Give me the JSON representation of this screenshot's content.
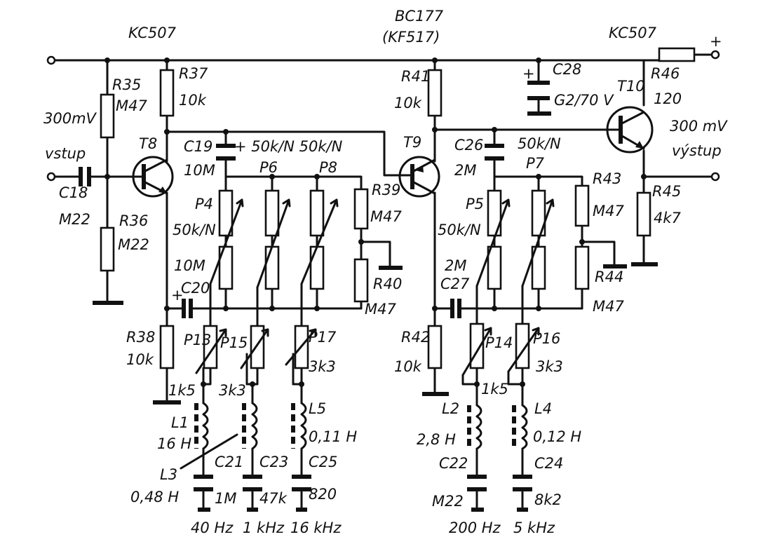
{
  "transistors": {
    "t8_label": "T8",
    "t8_type": "KC507",
    "t9_label": "T9",
    "t9_type": "BC177",
    "t9_alt": "(KF517)",
    "t10_label": "T10",
    "t10_type": "KC507"
  },
  "signals": {
    "input_level": "300mV",
    "input_label": "vstup",
    "output_level": "300 mV",
    "output_label": "výstup",
    "supply_sign": "+"
  },
  "resistors": {
    "r35": "R35",
    "r35_val": "M47",
    "r36": "R36",
    "r36_val": "M22",
    "r37": "R37",
    "r37_val": "10k",
    "r38": "R38",
    "r38_val": "10k",
    "r39": "R39",
    "r39_val": "M47",
    "r40": "R40",
    "r40_val": "M47",
    "r41": "R41",
    "r41_val": "10k",
    "r42": "R42",
    "r42_val": "10k",
    "r43": "R43",
    "r43_val": "M47",
    "r44": "R44",
    "r44_val": "M47",
    "r45": "R45",
    "r45_val": "4k7",
    "r46": "R46",
    "r46_val": "120"
  },
  "capacitors": {
    "c18": "C18",
    "c18_val": "M22",
    "c19": "C19",
    "c19_val": "10M",
    "c20": "C20",
    "c20_val": "10M",
    "c21": "C21",
    "c21_val": "1M",
    "c22": "C22",
    "c22_val": "M22",
    "c23": "C23",
    "c23_val": "47k",
    "c24": "C24",
    "c24_val": "8k2",
    "c25": "C25",
    "c25_val": "820",
    "c26": "C26",
    "c26_val": "2M",
    "c27": "C27",
    "c27_val": "2M",
    "c28": "C28",
    "c28_val": "G2/70 V"
  },
  "potentiometers": {
    "p4": "P4",
    "p4_val": "50k/N",
    "p5": "P5",
    "p5_val": "50k/N",
    "p6": "P6",
    "p8": "P8",
    "p6_p8_val": "+ 50k/N 50k/N",
    "p7": "P7",
    "p7_val": "50k/N",
    "p13": "P13",
    "p13_val": "1k5",
    "p14": "P14",
    "p14_val": "1k5",
    "p15": "P15",
    "p15_val": "3k3",
    "p16": "P16",
    "p16_val": "3k3",
    "p17": "P17",
    "p17_val": "3k3"
  },
  "inductors": {
    "l1": "L1",
    "l1_val": "16 H",
    "l2": "L2",
    "l2_val": "2,8 H",
    "l3": "L3",
    "l3_val": "0,48 H",
    "l4": "L4",
    "l4_val": "0,12 H",
    "l5": "L5",
    "l5_val": "0,11 H"
  },
  "bands": [
    "40 Hz",
    "1 kHz",
    "16 kHz",
    "200 Hz",
    "5 kHz"
  ]
}
